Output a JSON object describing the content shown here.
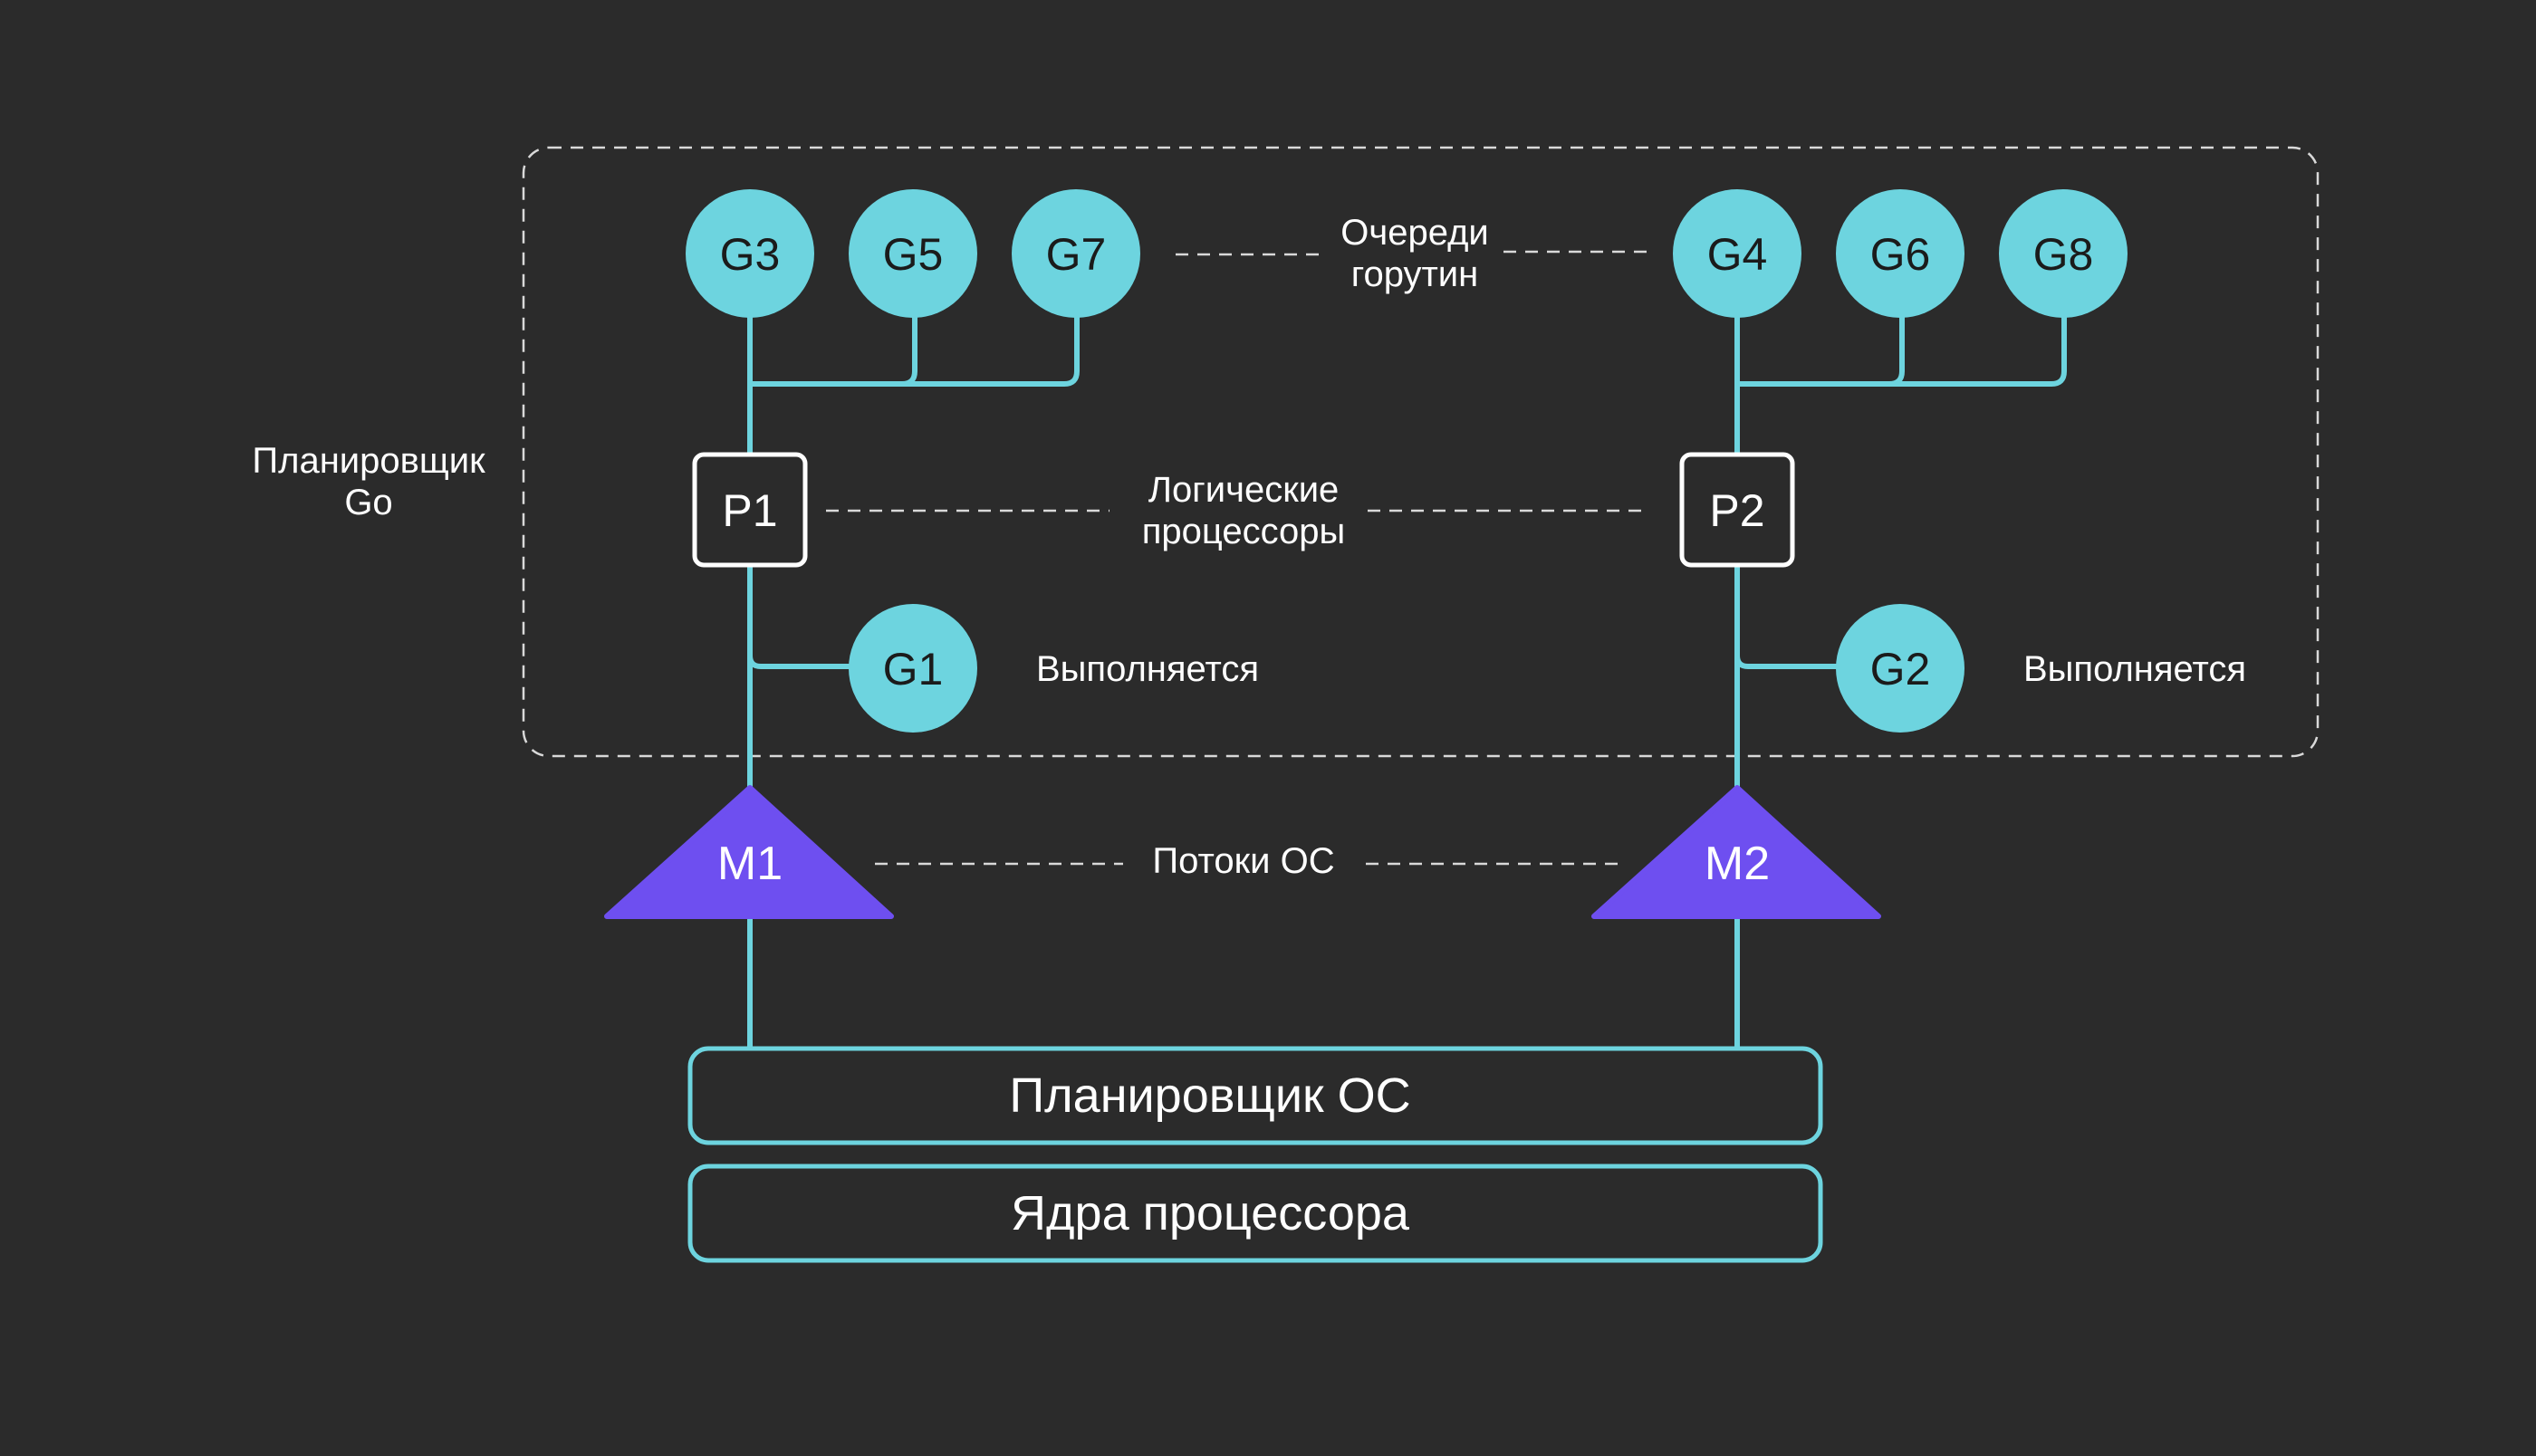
{
  "colors": {
    "background": "#2b2b2b",
    "goroutine": "#6dd4df",
    "line": "#6dd4df",
    "thread": "#6e4ff0",
    "processor_border": "#ffffff",
    "dashed": "#d9d9d9",
    "text": "#ffffff",
    "node_text": "#1b1b1b"
  },
  "labels": {
    "go_scheduler": [
      "Планировщик",
      "Go"
    ],
    "goroutine_queues": [
      "Очереди",
      "горутин"
    ],
    "logical_processors": [
      "Логические",
      "процессоры"
    ],
    "running_left": "Выполняется",
    "running_right": "Выполняется",
    "os_threads": "Потоки ОС"
  },
  "queue_left": [
    "G3",
    "G5",
    "G7"
  ],
  "queue_right": [
    "G4",
    "G6",
    "G8"
  ],
  "running": {
    "left": "G1",
    "right": "G2"
  },
  "processors": [
    "P1",
    "P2"
  ],
  "threads": [
    "M1",
    "M2"
  ],
  "bars": {
    "os_scheduler": "Планировщик ОС",
    "cpu_cores": "Ядра процессора"
  }
}
